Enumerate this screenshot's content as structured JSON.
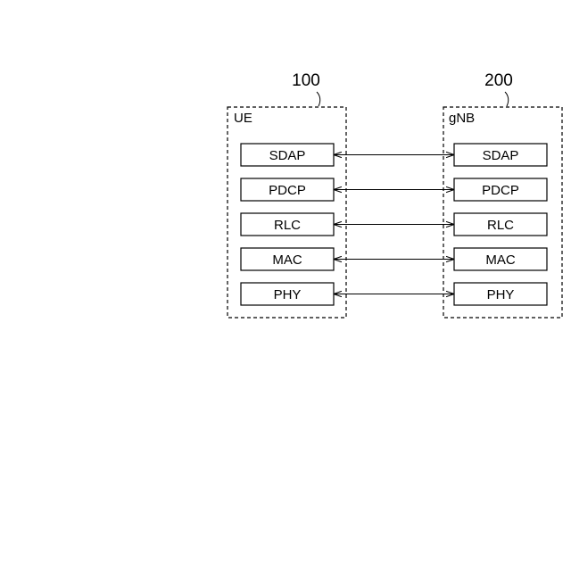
{
  "nodes": [
    {
      "ref": "100",
      "title": "UE",
      "layers": [
        "SDAP",
        "PDCP",
        "RLC",
        "MAC",
        "PHY"
      ]
    },
    {
      "ref": "200",
      "title": "gNB",
      "layers": [
        "SDAP",
        "PDCP",
        "RLC",
        "MAC",
        "PHY"
      ]
    }
  ],
  "style": {
    "line_color": "#000000",
    "background": "#ffffff"
  }
}
